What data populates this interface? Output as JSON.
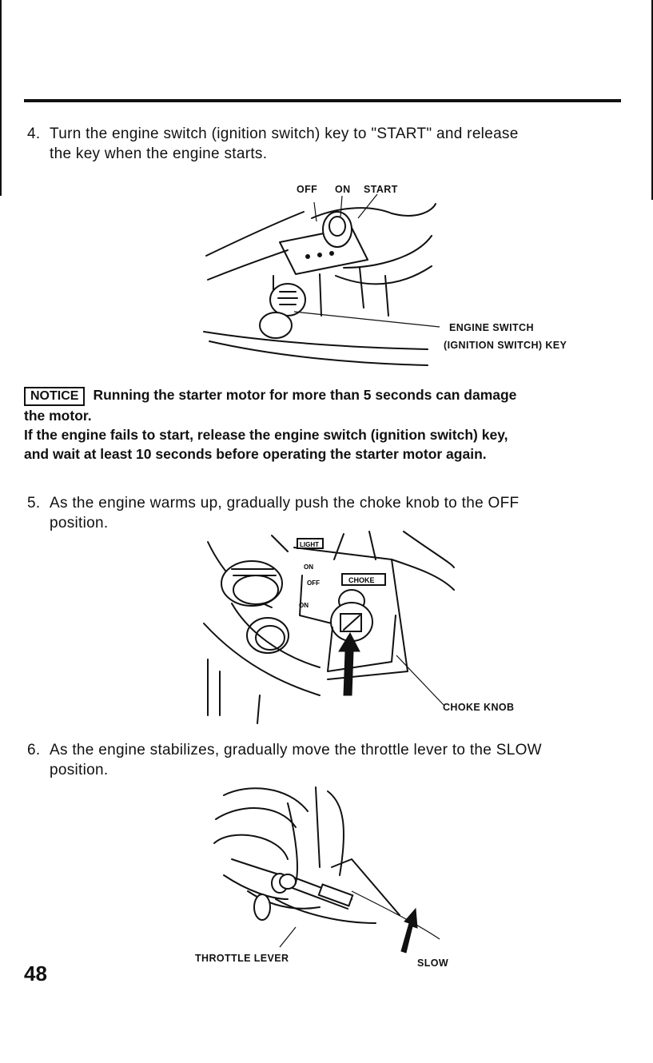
{
  "steps": [
    {
      "number": "4.",
      "lines": [
        "Turn the engine switch (ignition switch) key to \"START\" and release",
        "the key when the engine starts."
      ]
    },
    {
      "number": "5.",
      "lines": [
        "As the engine warms up, gradually push the choke knob to the OFF",
        "position."
      ]
    },
    {
      "number": "6.",
      "lines": [
        "As the engine stabilizes, gradually move the throttle lever to the SLOW",
        "position."
      ]
    }
  ],
  "notice": {
    "badge": "NOTICE",
    "line1": "Running the starter motor for more than 5 seconds can damage",
    "line2": "the motor.",
    "line3": "If the engine fails to start, release the engine switch (ignition switch) key,",
    "line4": "and wait at least 10 seconds before operating the starter motor again."
  },
  "figure1": {
    "positions": [
      "OFF",
      "ON",
      "START"
    ],
    "callout_line1": "ENGINE SWITCH",
    "callout_line2": "(IGNITION SWITCH) KEY"
  },
  "figure2": {
    "callout": "CHOKE KNOB",
    "tag_lights": "LIGHT",
    "tag_choke": "CHOKE",
    "marks": [
      "ON",
      "OFF",
      "ON"
    ]
  },
  "figure3": {
    "callout_lever": "THROTTLE LEVER",
    "callout_slow": "SLOW"
  },
  "page_number": "48"
}
